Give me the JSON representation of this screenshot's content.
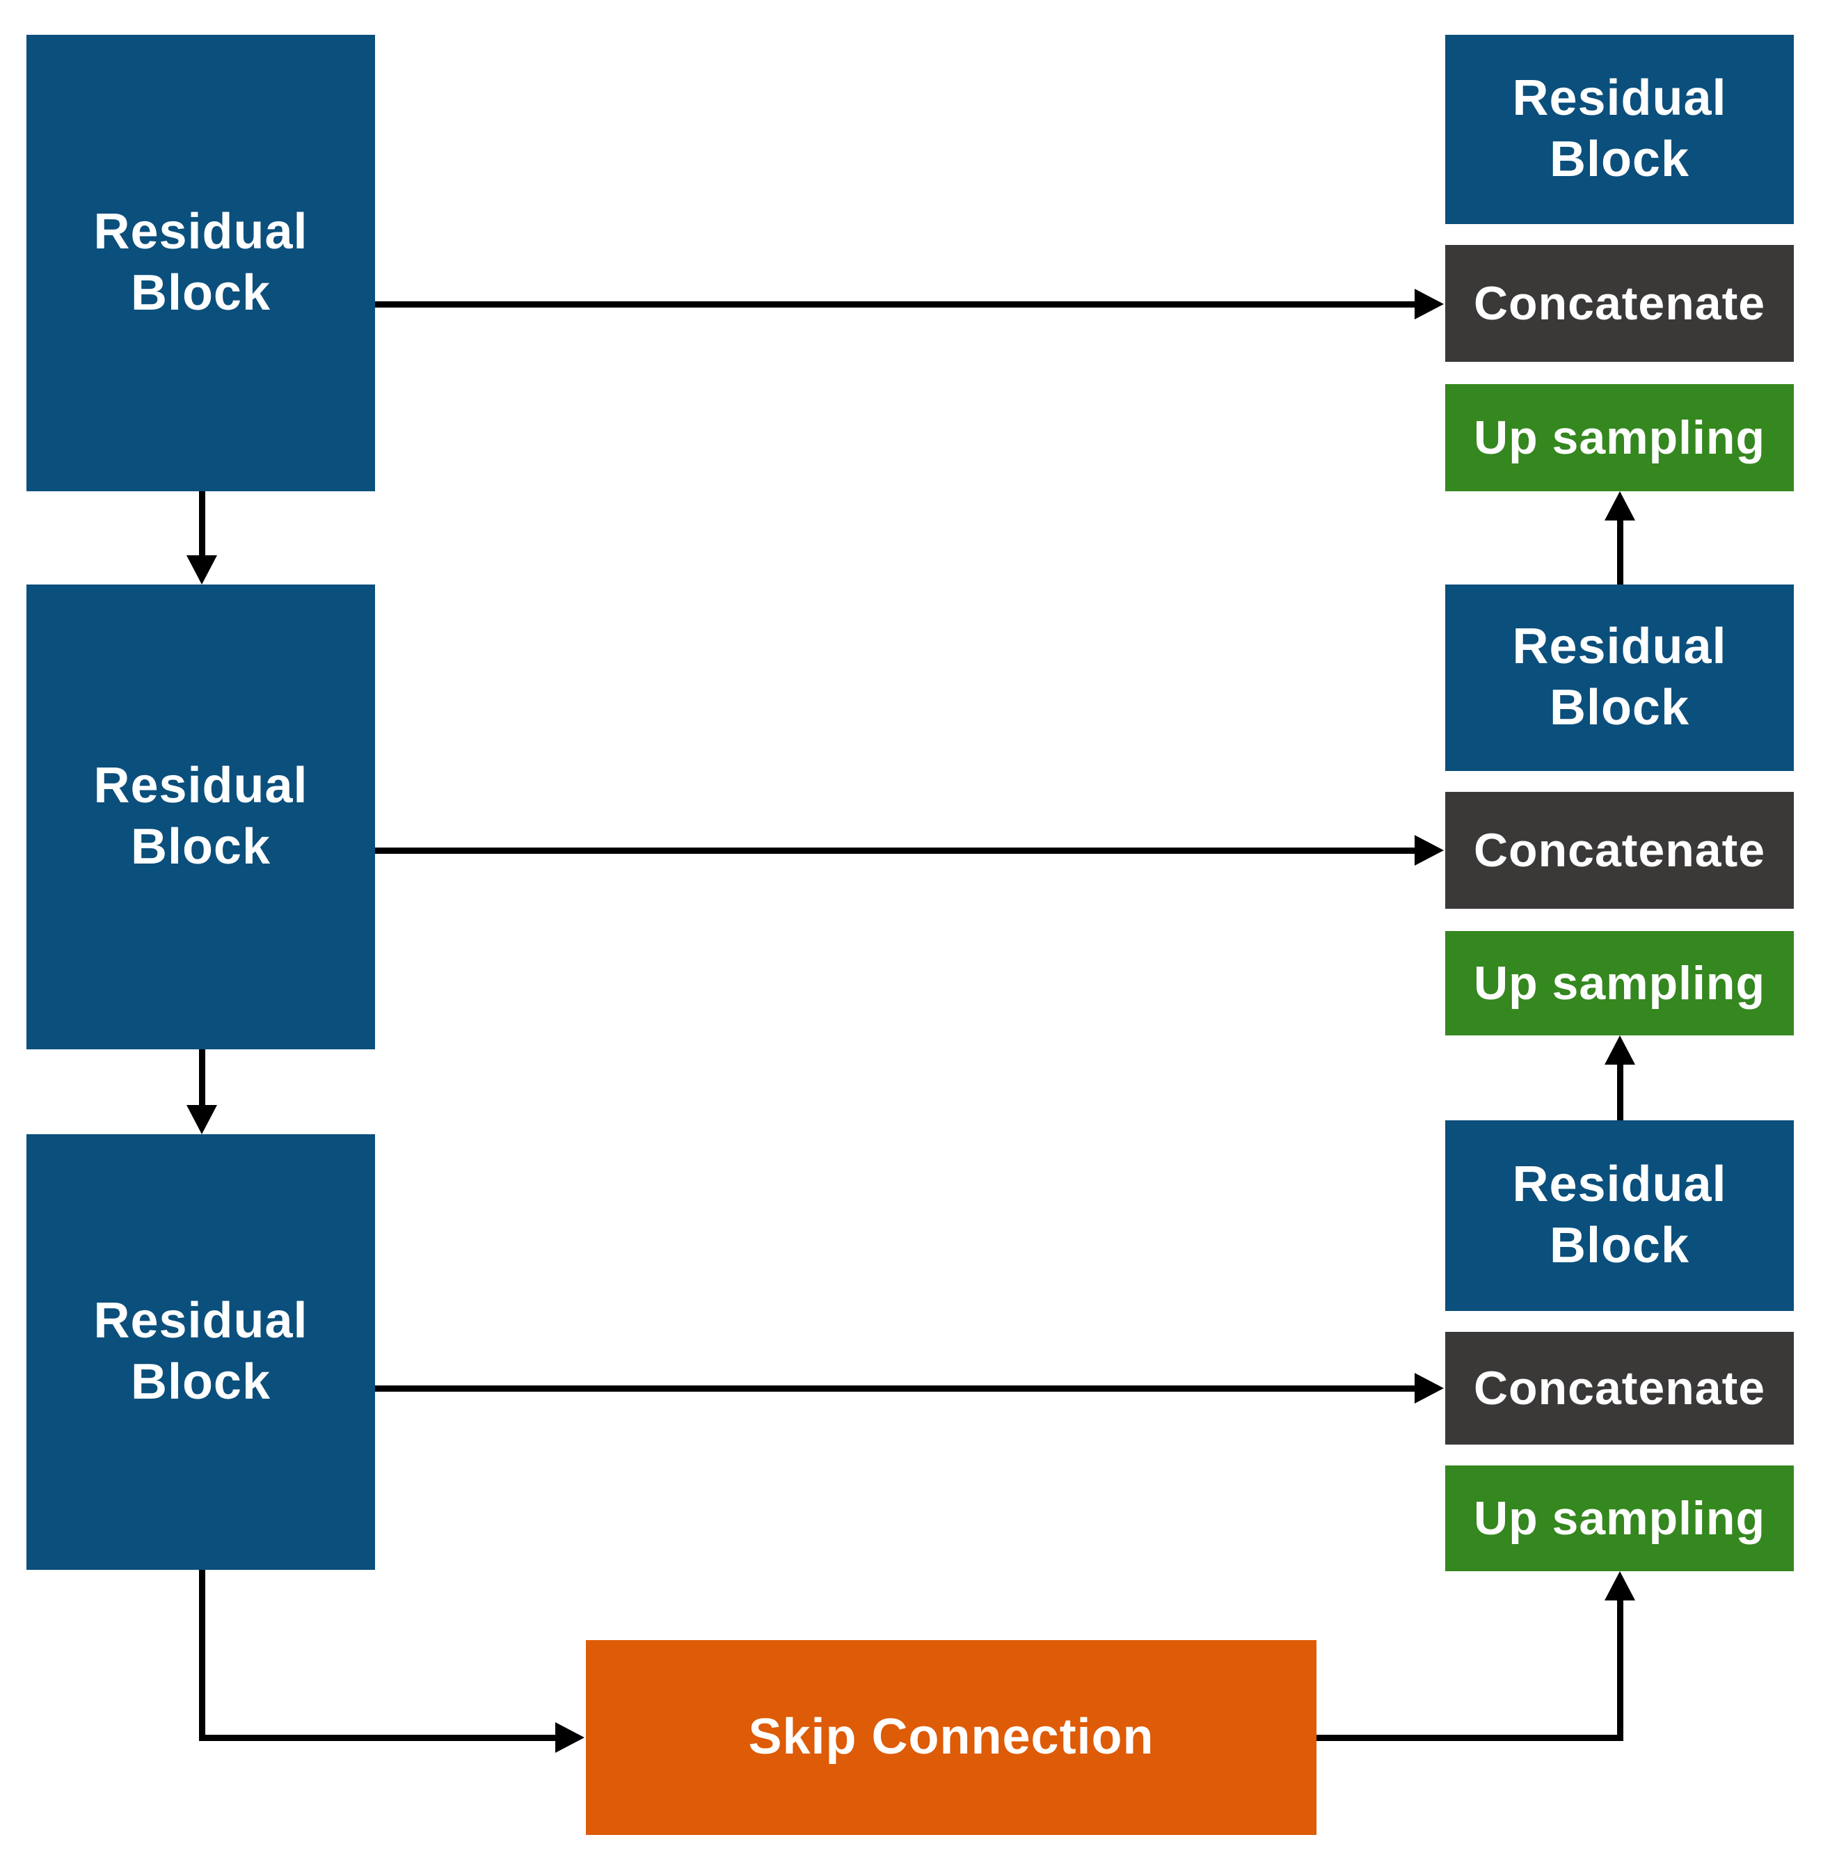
{
  "colors": {
    "residual_block_fill": "#0B4F7C",
    "concatenate_fill": "#3B3838",
    "up_sampling_fill": "#35871F",
    "skip_connection_fill": "#DE5B07",
    "arrow": "#000000",
    "label_text": "#FFFFFF",
    "background": "#FFFFFF"
  },
  "encoder": {
    "blocks": [
      {
        "label": "Residual Block"
      },
      {
        "label": "Residual Block"
      },
      {
        "label": "Residual Block"
      }
    ]
  },
  "decoder": {
    "groups": [
      {
        "residual_label": "Residual Block",
        "concatenate_label": "Concatenate",
        "upsampling_label": "Up sampling"
      },
      {
        "residual_label": "Residual Block",
        "concatenate_label": "Concatenate",
        "upsampling_label": "Up sampling"
      },
      {
        "residual_label": "Residual Block",
        "concatenate_label": "Concatenate",
        "upsampling_label": "Up sampling"
      }
    ]
  },
  "skip_connection": {
    "label": "Skip Connection"
  }
}
